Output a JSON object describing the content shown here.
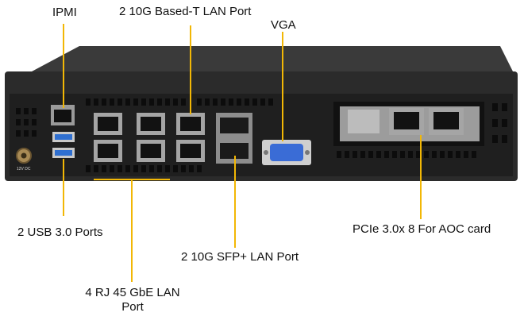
{
  "labels": {
    "ipmi": "IPMI",
    "lan_10g_baset": "2 10G Based-T LAN Port",
    "vga": "VGA",
    "usb": "2 USB 3.0 Ports",
    "pcie": "PCIe 3.0x 8 For AOC card",
    "sfp": "2 10G SFP+ LAN Port",
    "rj45_line1": "4 RJ 45 GbE LAN",
    "rj45_line2": "Port",
    "power_dc": "12V DC"
  },
  "colors": {
    "callout": "#f2b705",
    "chassis": "#2b2b2b",
    "panel": "#1b1b1b",
    "usb": "#2f6fd0",
    "vga": "#3a6cd6"
  }
}
